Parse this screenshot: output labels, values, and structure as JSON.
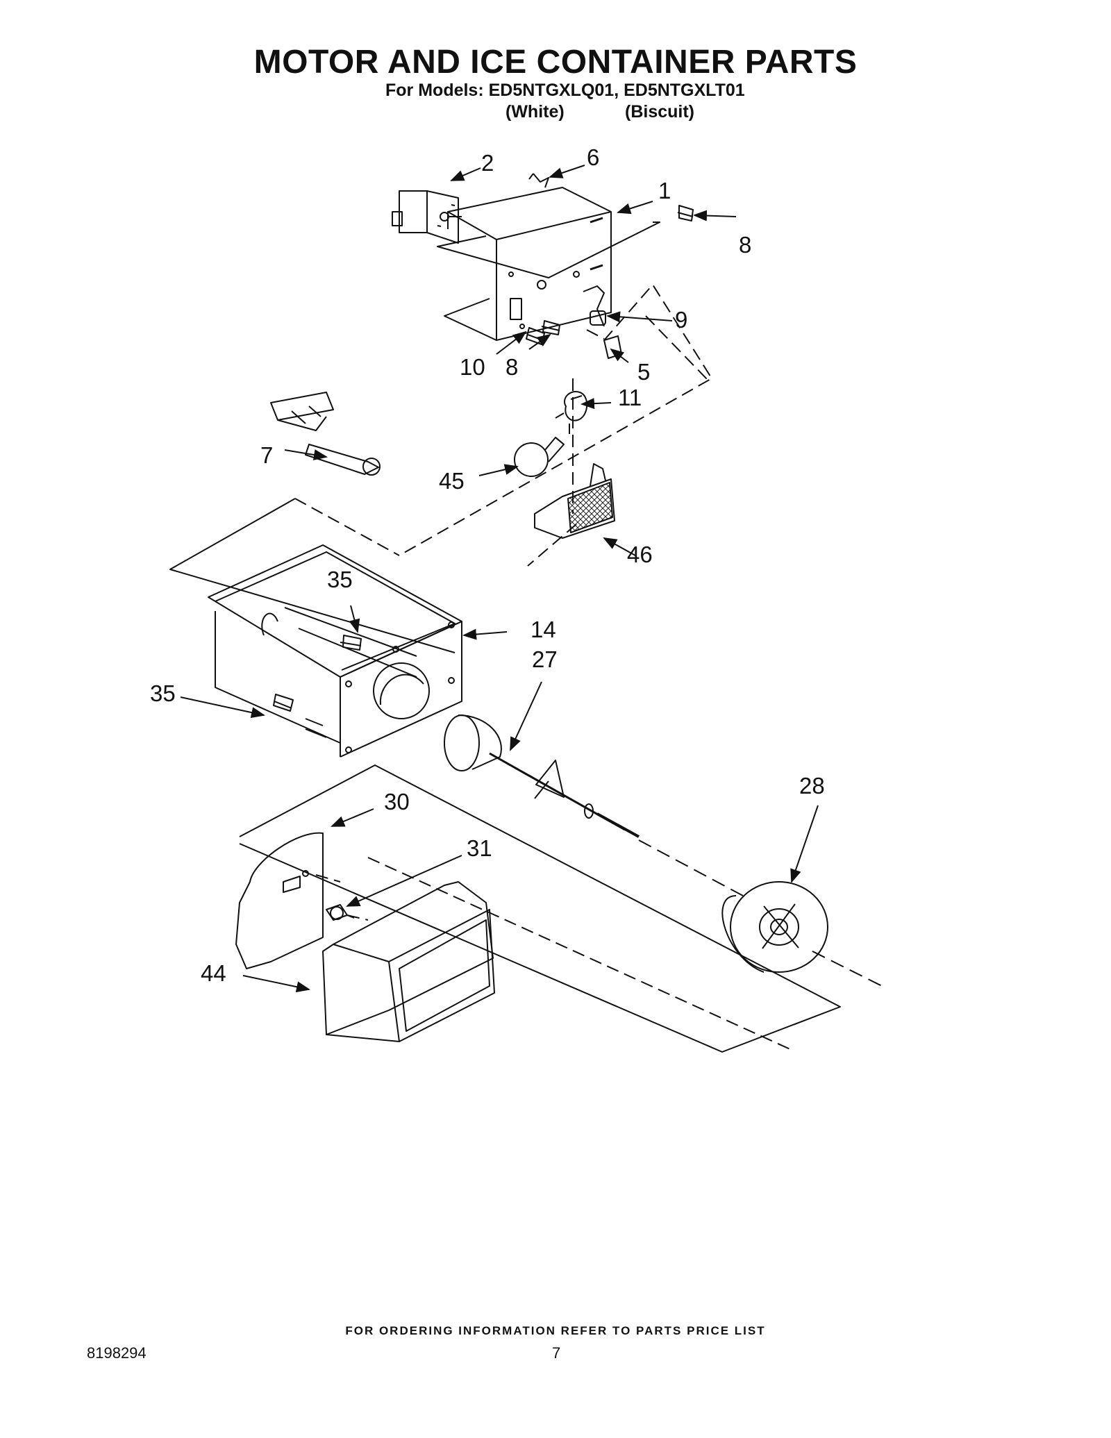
{
  "header": {
    "title": "MOTOR AND ICE CONTAINER PARTS",
    "models_line": "For Models: ED5NTGXLQ01, ED5NTGXLT01",
    "variant_white": "(White)",
    "variant_biscuit": "(Biscuit)"
  },
  "callouts": {
    "c1": "1",
    "c2": "2",
    "c6": "6",
    "c8a": "8",
    "c9": "9",
    "c10": "10",
    "c8b": "8",
    "c5": "5",
    "c11": "11",
    "c7": "7",
    "c45": "45",
    "c46": "46",
    "c35a": "35",
    "c14": "14",
    "c27": "27",
    "c35b": "35",
    "c28": "28",
    "c30": "30",
    "c31": "31",
    "c44": "44"
  },
  "footer": {
    "ordering_note": "FOR ORDERING INFORMATION REFER TO PARTS PRICE LIST",
    "document_number": "8198294",
    "page_number": "7"
  }
}
